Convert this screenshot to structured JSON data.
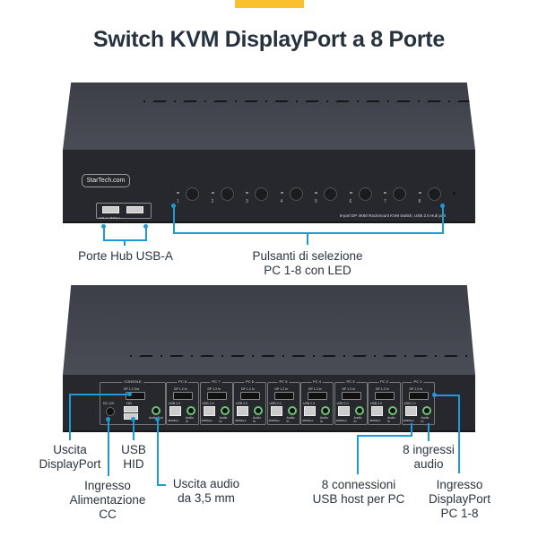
{
  "header": {
    "title": "Switch KVM DisplayPort a 8 Porte",
    "accent_color": "#fbc02d"
  },
  "front": {
    "logo": "StarTech.com",
    "usb_caption": "USB 2.0 480Mbps",
    "button_numbers": [
      "1",
      "2",
      "3",
      "4",
      "5",
      "6",
      "7",
      "8"
    ],
    "model_text": "8-port DP 4K60 Rackmount KVM Switch, USB 2.0 Hub port",
    "callouts": {
      "usb_hub": "Porte Hub USB-A",
      "select_buttons_line1": "Pulsanti di selezione",
      "select_buttons_line2": "PC 1-8 con LED"
    }
  },
  "rear": {
    "console": {
      "label": "CONSOLE",
      "dp_out": "DP 1.2 Out",
      "dc": "DC 12V",
      "hid": "HID",
      "audio_out": "Audio Out"
    },
    "pc_panels": [
      {
        "label": "PC 8"
      },
      {
        "label": "PC 7"
      },
      {
        "label": "PC 6"
      },
      {
        "label": "PC 5"
      },
      {
        "label": "PC 4"
      },
      {
        "label": "PC 3"
      },
      {
        "label": "PC 2"
      },
      {
        "label": "PC 1"
      }
    ],
    "pc_port_labels": {
      "dp_in": "DP 1.2 In",
      "usb": "USB 2.0",
      "usb_speed": "480Mbps",
      "audio_in": "Audio In"
    },
    "callouts": {
      "dp_out_l1": "Uscita",
      "dp_out_l2": "DisplayPort",
      "usb_hid_l1": "USB",
      "usb_hid_l2": "HID",
      "power_l1": "Ingresso",
      "power_l2": "Alimentazione",
      "power_l3": "CC",
      "audio_out_l1": "Uscita audio",
      "audio_out_l2": "da 3,5 mm",
      "audio_in_l1": "8 ingressi",
      "audio_in_l2": "audio",
      "usb_host_l1": "8 connessioni",
      "usb_host_l2": "USB host per PC",
      "dp_in_l1": "Ingresso",
      "dp_in_l2": "DisplayPort",
      "dp_in_l3": "PC 1-8"
    }
  },
  "colors": {
    "callout_line": "#1e9ad6",
    "device_body": "#26282d"
  }
}
